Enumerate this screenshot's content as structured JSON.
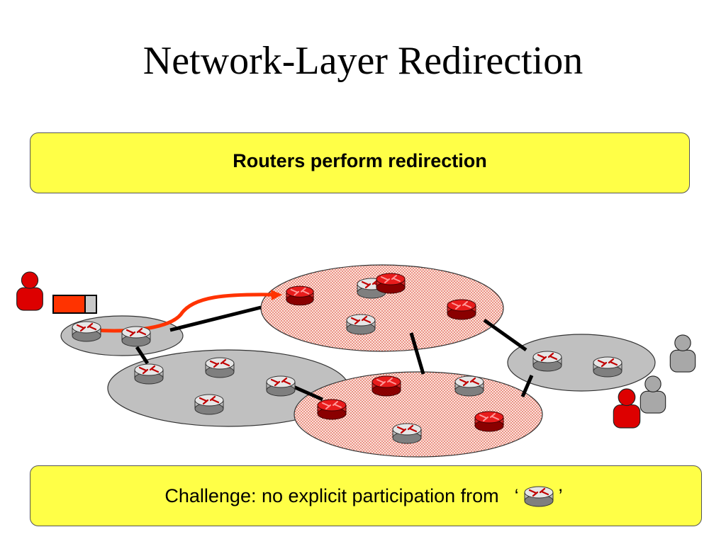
{
  "title": "Network-Layer Redirection",
  "top_box": {
    "text": "Routers perform redirection"
  },
  "bottom_box": {
    "text": "Challenge: no explicit participation from",
    "open_quote": "‘",
    "close_quote": "’",
    "inline_icon": "router-icon"
  },
  "colors": {
    "callout_fill": "#ffff47",
    "router_gray": "#b8b8b8",
    "router_red": "#cc0000",
    "as_gray": "#c0c0c0",
    "as_dotted": "#f5c8c0",
    "redirect_path": "#ff3300",
    "user_red": "#dd0000",
    "user_gray": "#a8a8a8"
  },
  "icons": [
    "router-icon",
    "user-icon",
    "request-packet-icon",
    "redirect-arrow"
  ]
}
